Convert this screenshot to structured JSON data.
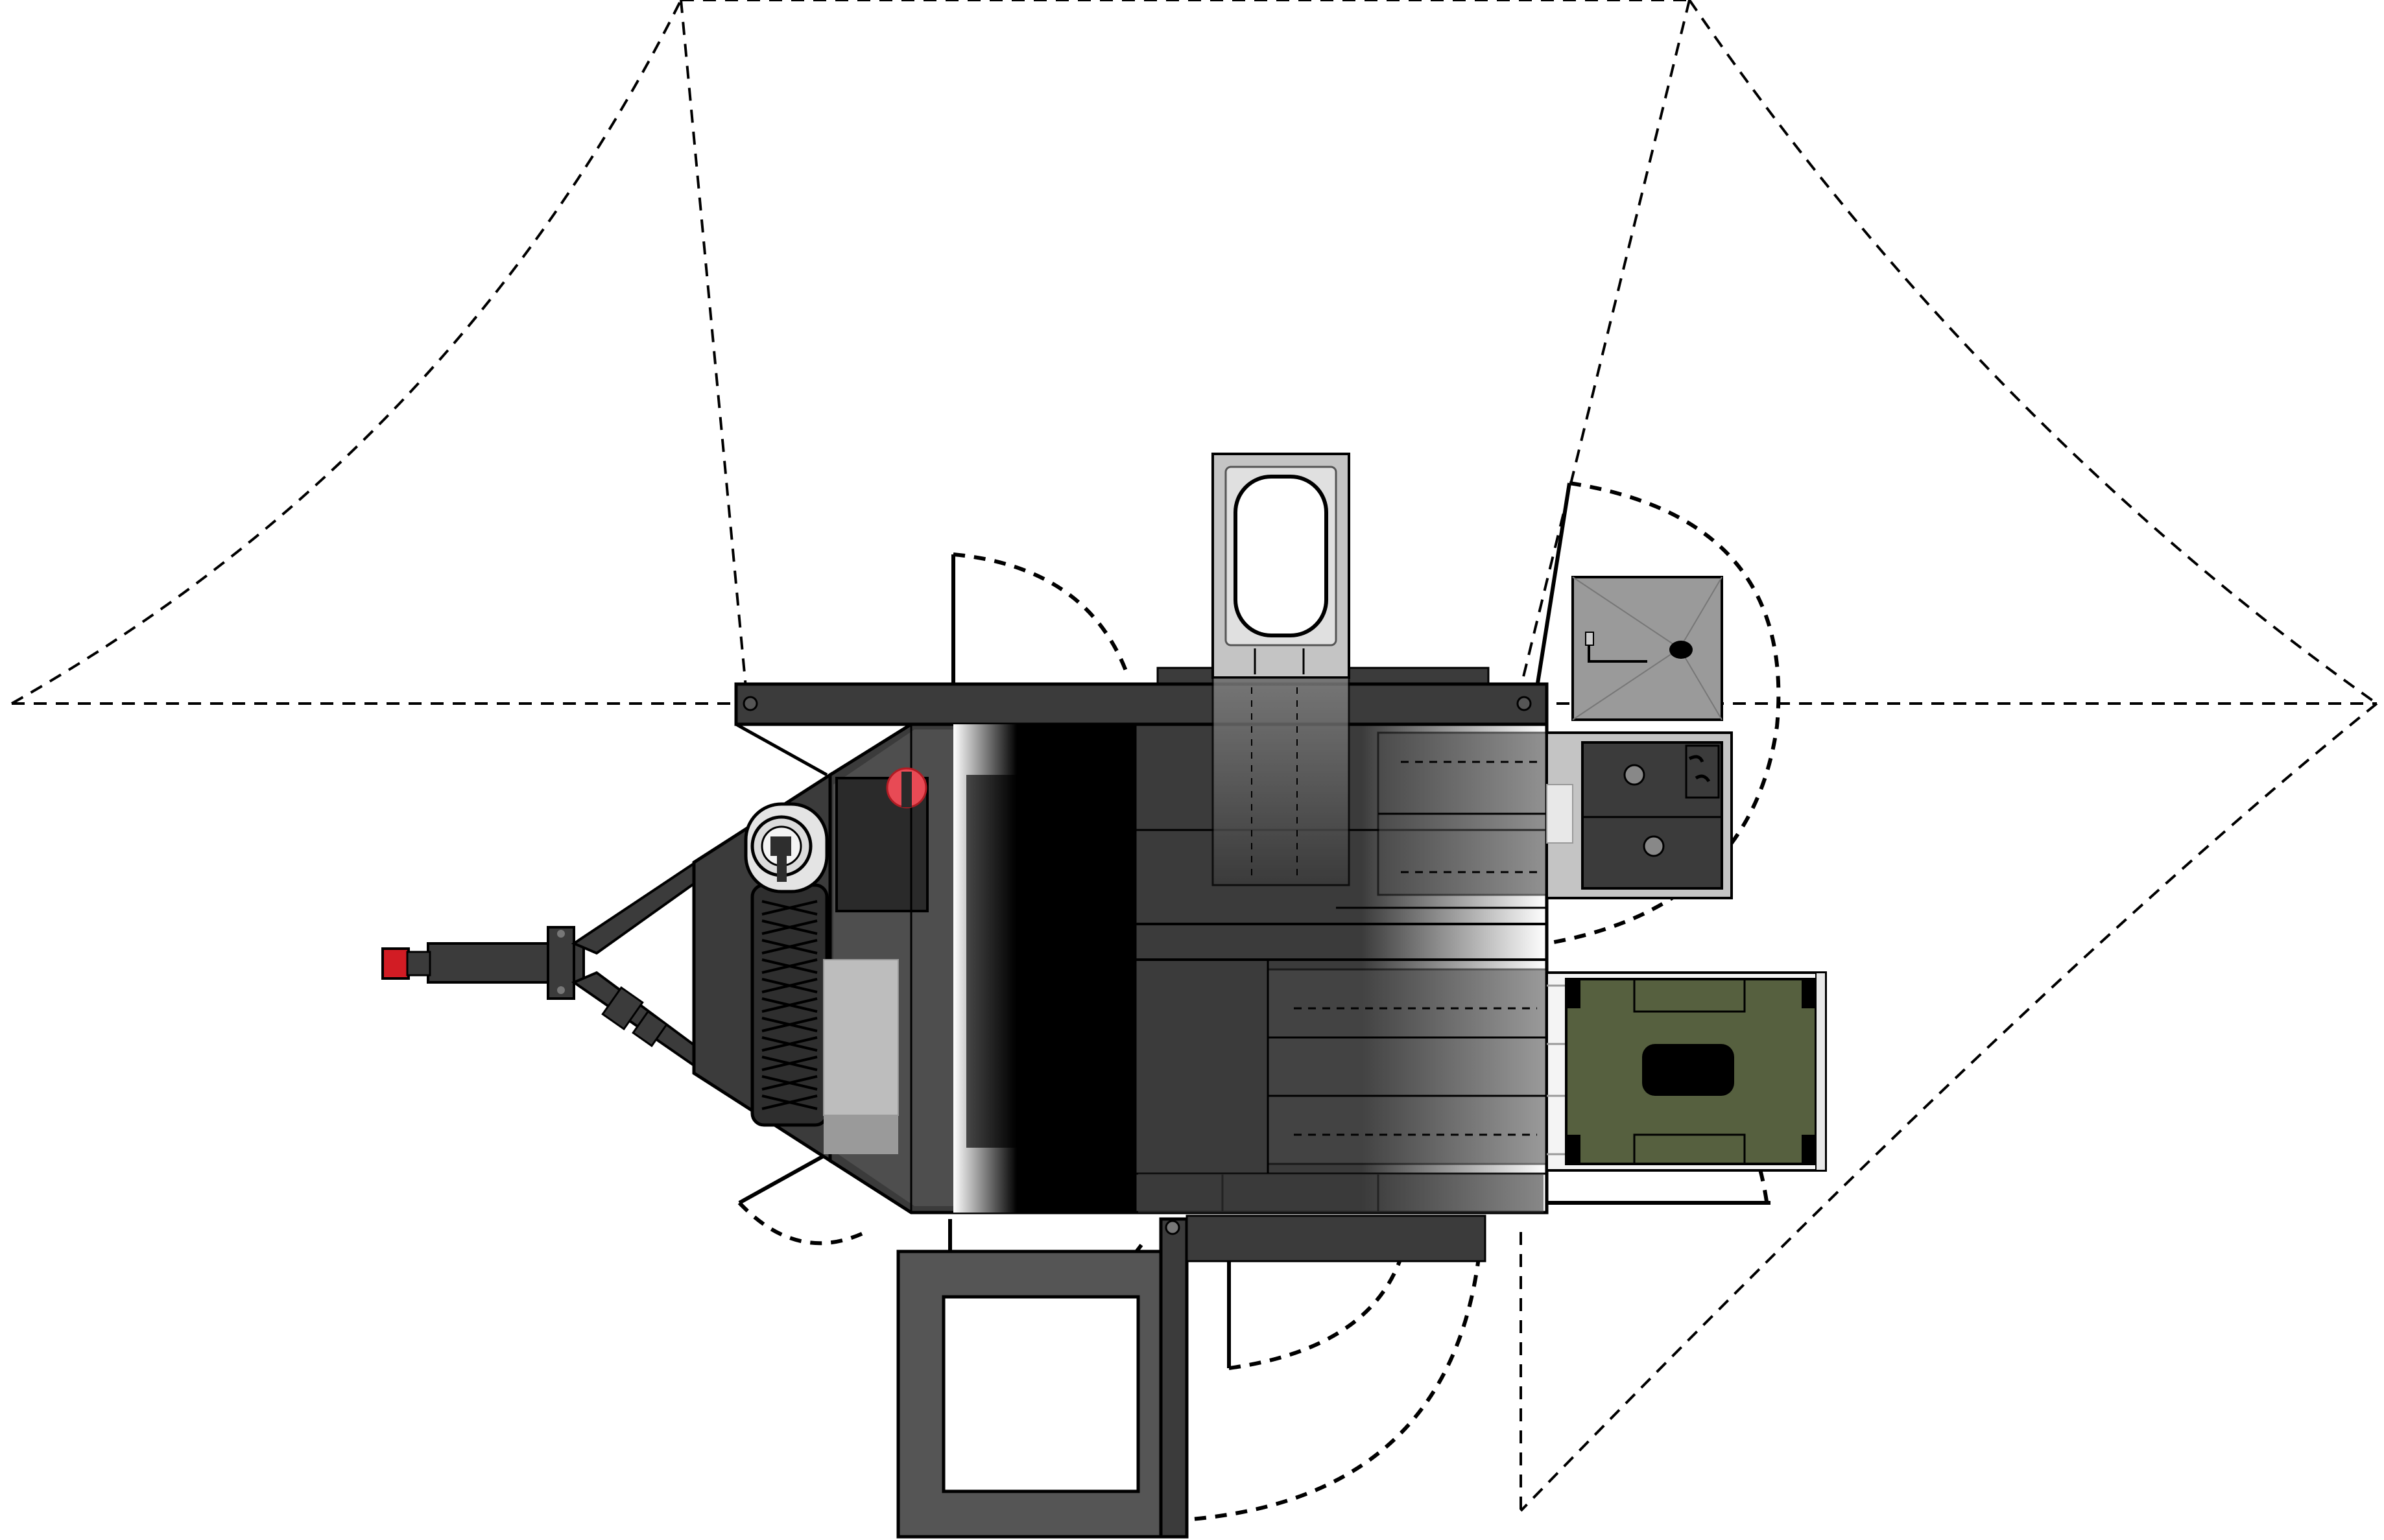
{
  "diagram": {
    "subject": "camper-trailer-top-view",
    "colors": {
      "body_dark": "#3b3b3b",
      "body_mid": "#4a4a4a",
      "frame": "#2e2e2e",
      "outline": "#000000",
      "stainless": "#9a9a9a",
      "stainless_light": "#c4c4c4",
      "mattress_green": "#56603f",
      "tail_light_red": "#e0202a",
      "hitch_red": "#d21c24",
      "dashed_line": "#000000"
    },
    "components": [
      {
        "name": "hitch",
        "icon": "hitch-coupler-icon"
      },
      {
        "name": "drawbar",
        "icon": "drawbar-icon"
      },
      {
        "name": "jockey-wheel",
        "icon": "jockey-wheel-icon"
      },
      {
        "name": "spare-tyre",
        "icon": "spare-tyre-icon"
      },
      {
        "name": "nose-cone",
        "icon": "nose-cone-icon"
      },
      {
        "name": "gas-bottle",
        "icon": "gas-bottle-icon"
      },
      {
        "name": "main-body",
        "icon": "trailer-body-icon"
      },
      {
        "name": "fridge-slide",
        "icon": "fridge-slide-icon"
      },
      {
        "name": "drawers",
        "icon": "drawers-icon"
      },
      {
        "name": "kitchen-sink-stove",
        "icon": "kitchen-icon"
      },
      {
        "name": "shower-tray",
        "icon": "shower-tray-icon"
      },
      {
        "name": "bed-platform",
        "icon": "bed-icon"
      },
      {
        "name": "side-table-frame",
        "icon": "table-frame-icon"
      },
      {
        "name": "awning-outline",
        "icon": "awning-outline-icon"
      },
      {
        "name": "door-swing-arcs",
        "icon": "door-swing-icon"
      }
    ]
  }
}
